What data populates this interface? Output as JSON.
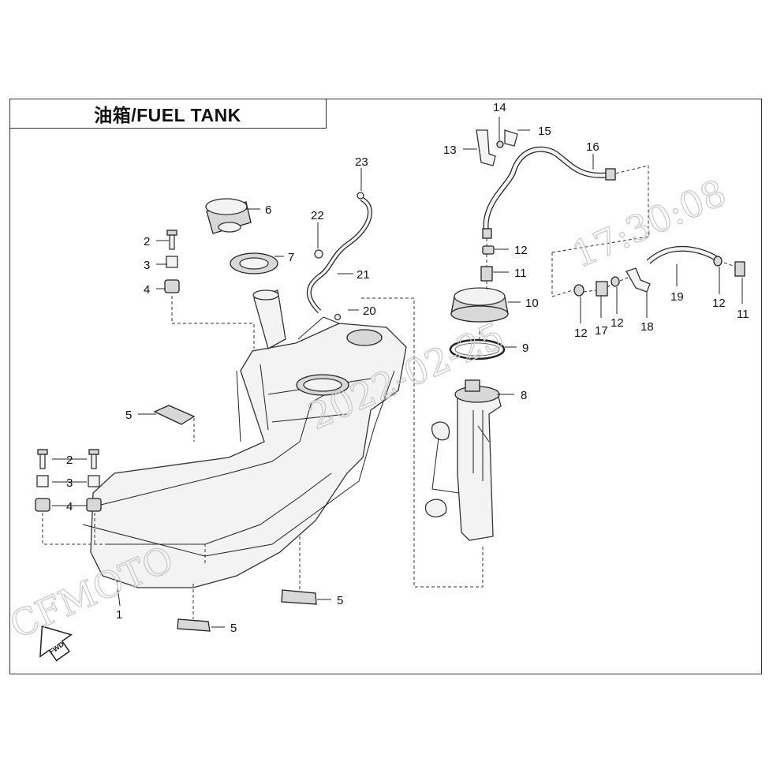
{
  "title": "油箱/FUEL TANK",
  "watermark": {
    "line_left": "CFMOTO",
    "line_mid": "2022-02-25",
    "line_right": "17:30:08"
  },
  "callouts": [
    {
      "id": "c1",
      "text": "1"
    },
    {
      "id": "c2a",
      "text": "2"
    },
    {
      "id": "c2b",
      "text": "2"
    },
    {
      "id": "c3a",
      "text": "3"
    },
    {
      "id": "c3b",
      "text": "3"
    },
    {
      "id": "c4a",
      "text": "4"
    },
    {
      "id": "c4b",
      "text": "4"
    },
    {
      "id": "c5a",
      "text": "5"
    },
    {
      "id": "c5b",
      "text": "5"
    },
    {
      "id": "c5c",
      "text": "5"
    },
    {
      "id": "c6",
      "text": "6"
    },
    {
      "id": "c7",
      "text": "7"
    },
    {
      "id": "c8",
      "text": "8"
    },
    {
      "id": "c9",
      "text": "9"
    },
    {
      "id": "c10",
      "text": "10"
    },
    {
      "id": "c11a",
      "text": "11"
    },
    {
      "id": "c11b",
      "text": "11"
    },
    {
      "id": "c12a",
      "text": "12"
    },
    {
      "id": "c12b",
      "text": "12"
    },
    {
      "id": "c12c",
      "text": "12"
    },
    {
      "id": "c12d",
      "text": "12"
    },
    {
      "id": "c13",
      "text": "13"
    },
    {
      "id": "c14",
      "text": "14"
    },
    {
      "id": "c15",
      "text": "15"
    },
    {
      "id": "c16",
      "text": "16"
    },
    {
      "id": "c17",
      "text": "17"
    },
    {
      "id": "c18",
      "text": "18"
    },
    {
      "id": "c19",
      "text": "19"
    },
    {
      "id": "c20",
      "text": "20"
    },
    {
      "id": "c21",
      "text": "21"
    },
    {
      "id": "c22",
      "text": "22"
    },
    {
      "id": "c23",
      "text": "23"
    }
  ],
  "fwd_label": "FWD",
  "colors": {
    "line": "#222222",
    "fill": "#f3f3f3",
    "watermark": "#c8c8c8"
  }
}
